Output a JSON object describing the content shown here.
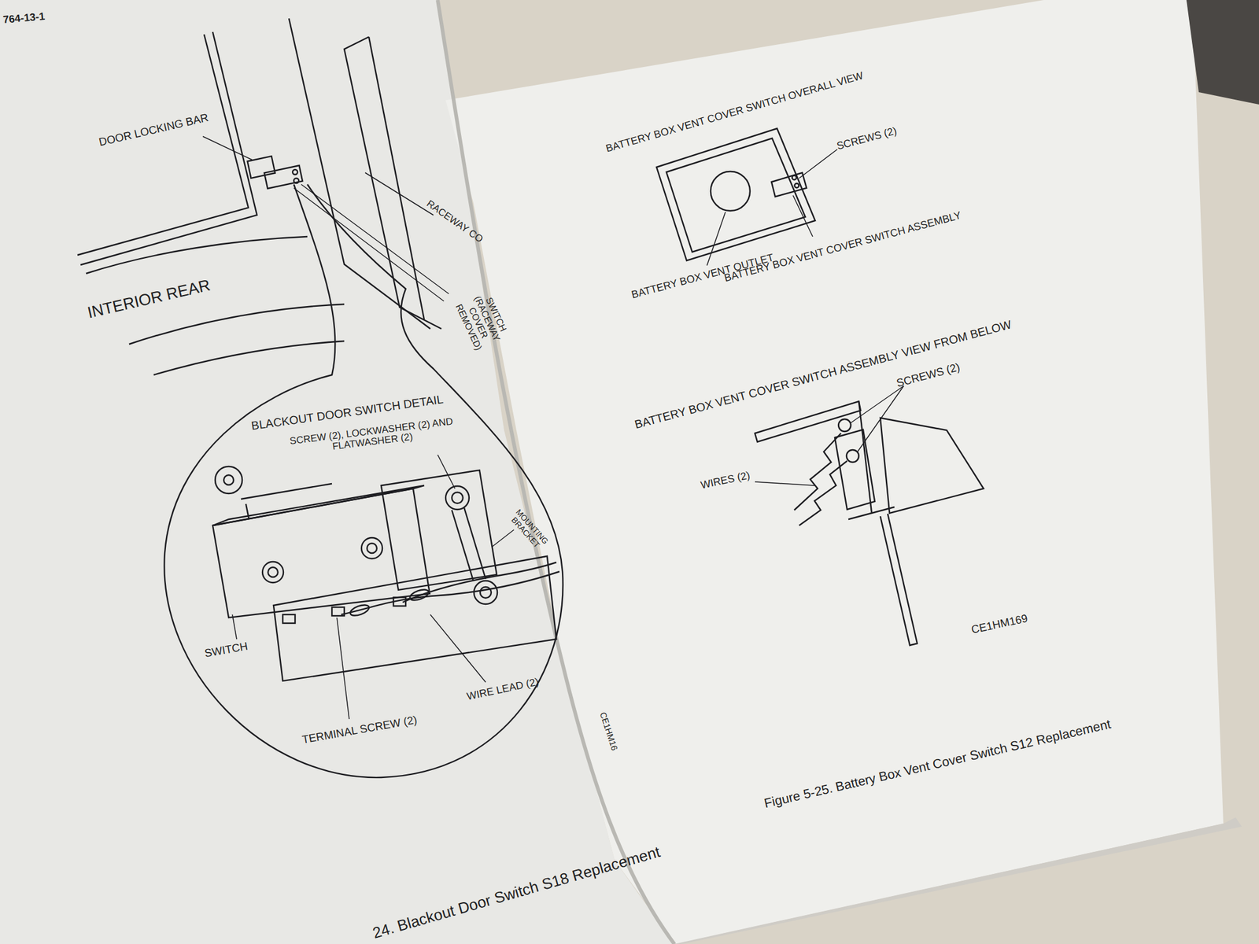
{
  "diagram": {
    "caption": "Figure 5-25. Battery Box Vent Cover Switch S12 Replacement",
    "labels": [
      "764-13-1",
      "DOOR LOCKING BAR",
      "RACEWAY CO",
      "INTERIOR REAR",
      "SWITCH (RACEWAY COVER REMOVED)",
      "BLACKOUT DOOR SWITCH DETAIL",
      "SCREW (2), LOCKWASHER (2) AND FLATWASHER (2)",
      "MOUNTING BRACKET",
      "SWITCH",
      "WIRE LEAD (2)",
      "TERMINAL SCREW (2)",
      "CE1HM16",
      "24. Blackout Door Switch S18 Replacement",
      "BATTERY BOX VENT COVER SWITCH OVERALL VIEW",
      "SCREWS (2)",
      "BATTERY BOX VENT OUTLET",
      "BATTERY BOX VENT COVER SWITCH ASSEMBLY",
      "BATTERY BOX VENT COVER SWITCH ASSEMBLY VIEW FROM BELOW",
      "SCREWS (2)",
      "WIRES (2)",
      "CE1HM169"
    ]
  }
}
